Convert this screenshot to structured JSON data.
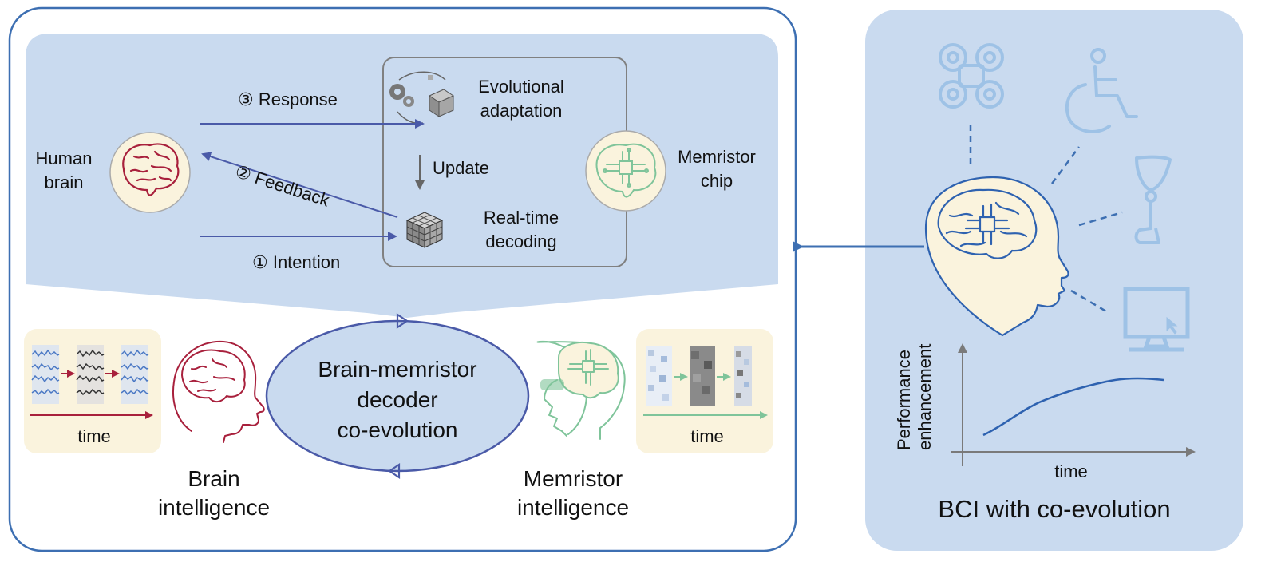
{
  "loop": {
    "response": "③ Response",
    "feedback": "② Feedback",
    "intention": "① Intention",
    "update": "Update"
  },
  "nodes": {
    "human_brain": [
      "Human",
      "brain"
    ],
    "memristor_chip": [
      "Memristor",
      "chip"
    ],
    "evolutional_adaptation": [
      "Evolutional",
      "adaptation"
    ],
    "real_time_decoding": [
      "Real-time",
      "decoding"
    ]
  },
  "coevolution": [
    "Brain-memristor",
    "decoder",
    "co-evolution"
  ],
  "brain_intelligence": {
    "time_label": "time",
    "title": [
      "Brain",
      "intelligence"
    ]
  },
  "memristor_intelligence": {
    "time_label": "time",
    "title": [
      "Memristor",
      "intelligence"
    ]
  },
  "bci": {
    "title": "BCI with co-evolution",
    "chart": {
      "ylabel": [
        "Performance",
        "enhancement"
      ],
      "xlabel": "time"
    }
  },
  "colors": {
    "arrow_blue": "#4a5aa8",
    "panel_blue": "#c9daef",
    "frame_blue": "#3d6fb2",
    "brain_red": "#a8203c",
    "chip_green": "#7fc49a",
    "cream": "#faf3dd",
    "icon_blue": "#9ec2e6",
    "line_blue": "#2e62b0"
  }
}
